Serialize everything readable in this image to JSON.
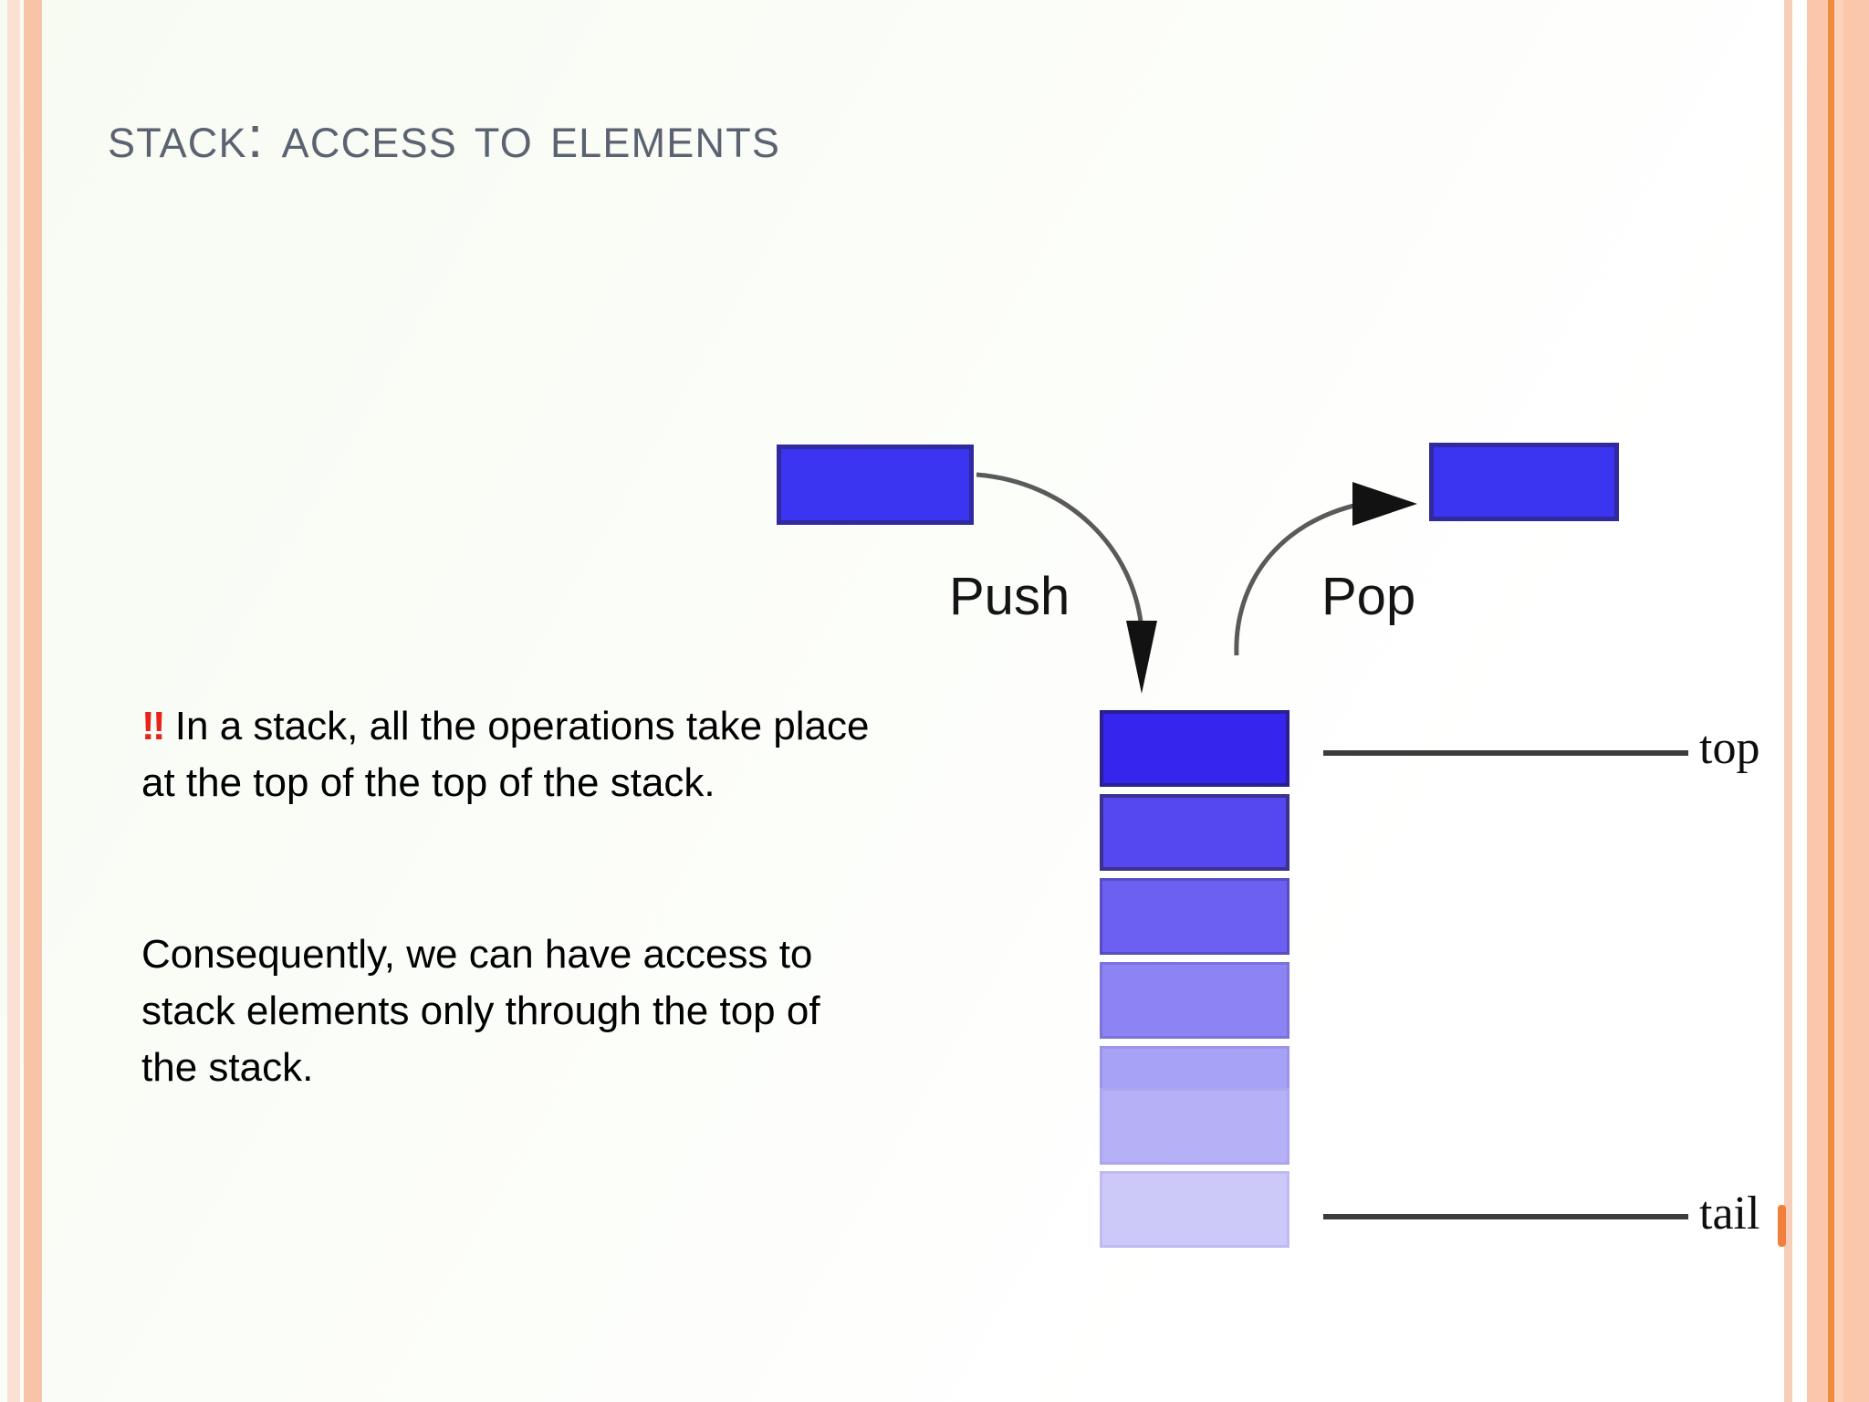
{
  "slide": {
    "title": "Stack: access to elements",
    "background_color": "#fbfdf8",
    "accent_color": "#f08b43"
  },
  "body": {
    "paragraph1_bullet": "‼",
    "paragraph1": " In a stack, all the operations take place at the top of the top of the stack.",
    "paragraph2": "Consequently,  we can have access to stack elements only through the top of the stack."
  },
  "diagram": {
    "type": "stack-push-pop",
    "push_label": "Push",
    "pop_label": "Pop",
    "top_label": "top",
    "tail_label": "tail",
    "input_box_color": "#3b34f0",
    "output_box_color": "#3b34f0",
    "stack_box_count": 7,
    "stack_colors": [
      "#3625ec",
      "#5548f0",
      "#6c60f2",
      "#8c84f4",
      "#a8a2f6",
      "#b6b1f7",
      "#ccc8f8"
    ]
  }
}
